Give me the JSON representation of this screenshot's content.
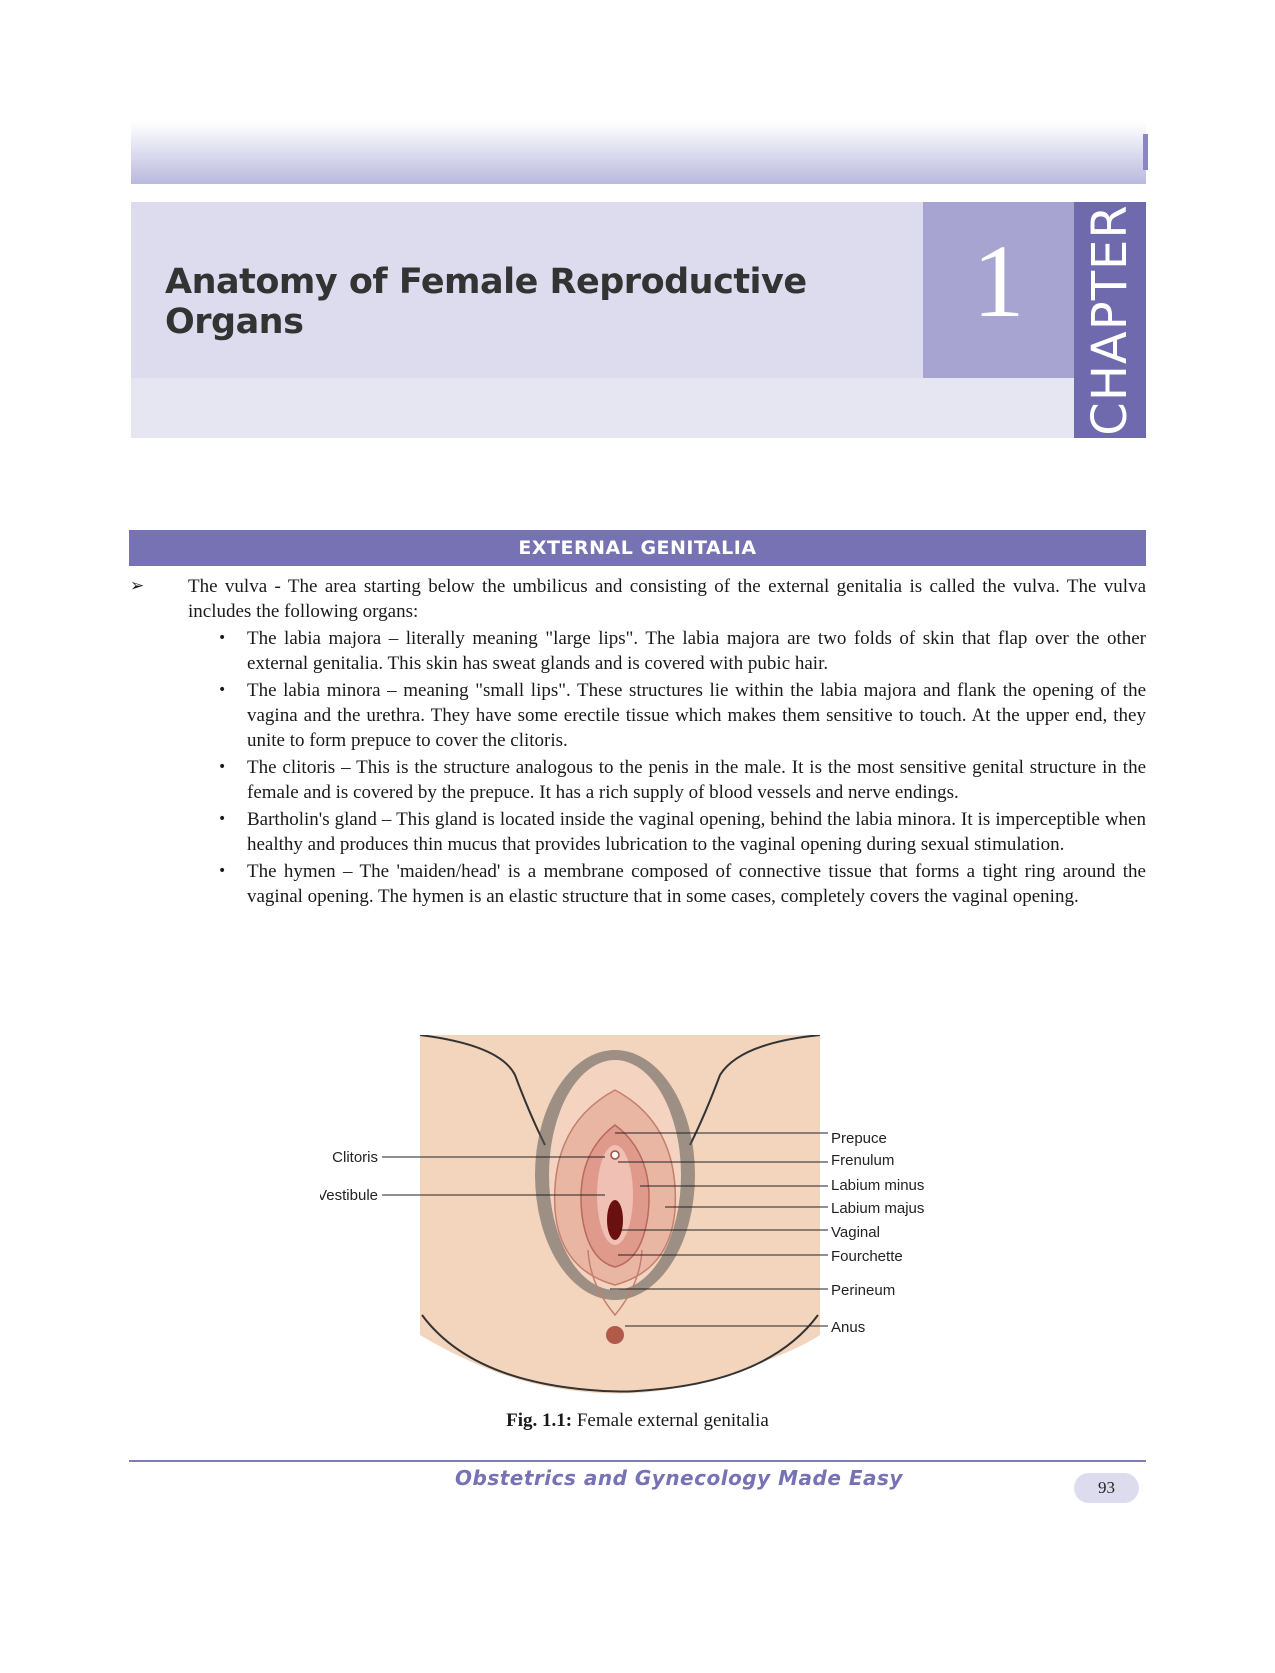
{
  "chapter": {
    "title": "Anatomy of Female Reproductive Organs",
    "number": "1",
    "label": "CHAPTER"
  },
  "section": {
    "heading": "EXTERNAL GENITALIA"
  },
  "content": {
    "intro": "The vulva - The area starting below the umbilicus and consisting of the external genitalia is called the vulva. The vulva includes the following organs:",
    "items": [
      "The labia majora – literally meaning \"large lips\". The labia majora are two folds of skin that flap over the other external genitalia. This skin has sweat glands and is covered with pubic hair.",
      "The labia minora – meaning \"small lips\". These structures lie within the labia majora and flank the opening of the vagina and the urethra. They have some erectile tissue which makes them sensitive to touch. At the upper end, they unite to form prepuce to cover the clitoris.",
      "The clitoris – This is the structure analogous to the penis in the male. It is the most sensitive genital structure in the female and is covered by the prepuce. It has a rich supply of blood vessels and nerve endings.",
      "Bartholin's gland – This gland is located inside the vaginal opening, behind the labia minora. It is imperceptible when healthy and produces thin mucus that provides lubrication to the vaginal opening during sexual stimulation.",
      "The hymen – The 'maiden/head' is a membrane composed of connective tissue that forms a tight ring around the vaginal opening. The hymen is an elastic structure that in some cases, completely covers the vaginal opening."
    ]
  },
  "figure": {
    "labels_left": [
      "Clitoris",
      "Vestibule"
    ],
    "labels_right": [
      "Prepuce",
      "Frenulum",
      "Labium minus",
      "Labium majus",
      "Vaginal",
      "Fourchette",
      "Perineum",
      "Anus"
    ],
    "caption_label": "Fig. 1.1:",
    "caption_text": " Female external genitalia",
    "colors": {
      "skin": "#f6dcc6",
      "skin_dark": "#e8b8a0",
      "hair": "#555555"
    }
  },
  "footer": {
    "book_title": "Obstetrics and Gynecology Made Easy",
    "page": "93"
  }
}
